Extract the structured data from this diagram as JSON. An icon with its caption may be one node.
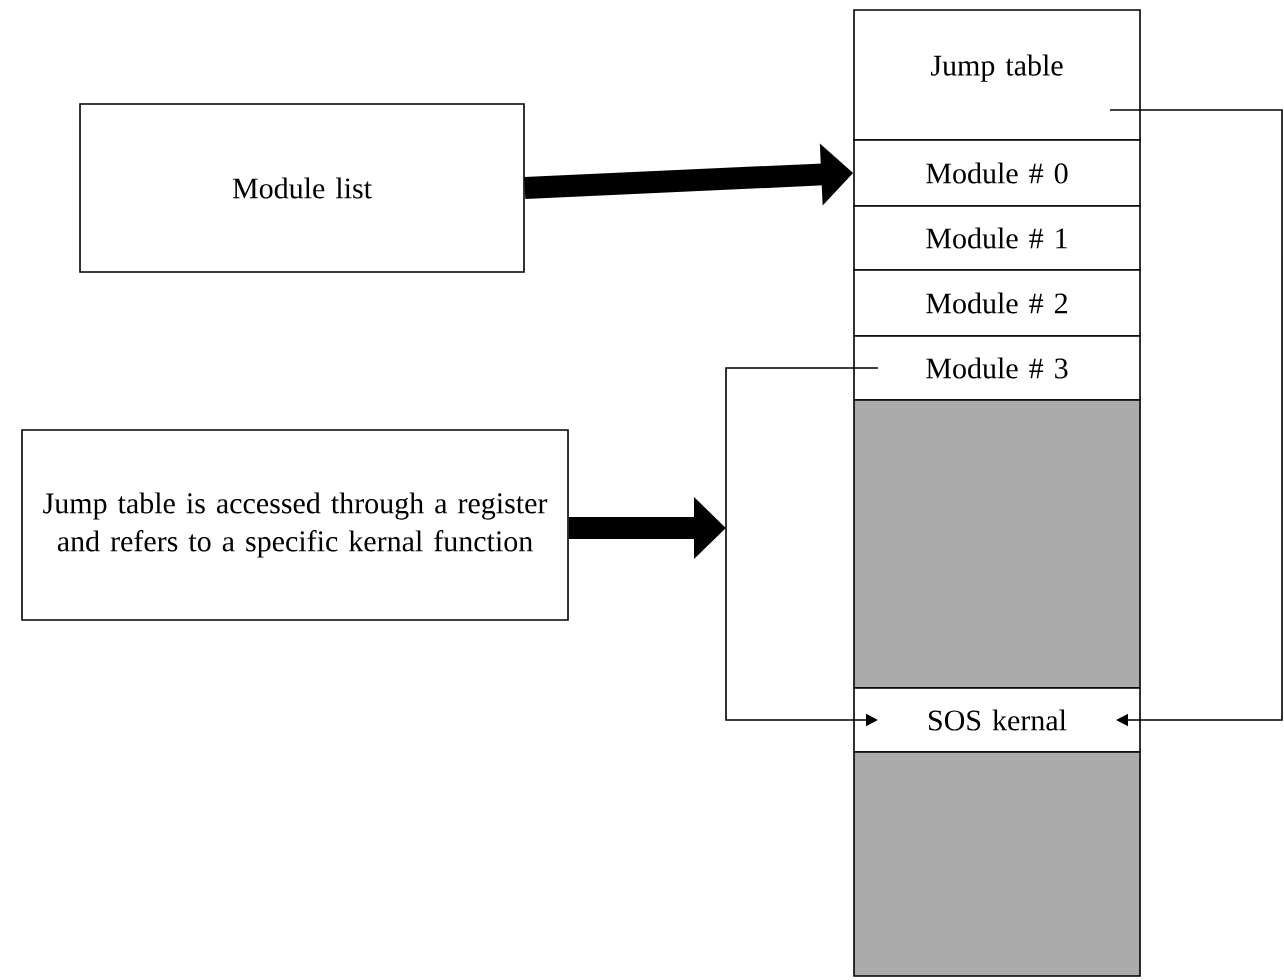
{
  "diagram": {
    "nodes": [
      {
        "text": [
          "Module list"
        ]
      },
      {
        "text": [
          "Jump table"
        ]
      },
      {
        "text": [
          "Module # 0"
        ]
      },
      {
        "text": [
          "Module # 1"
        ]
      },
      {
        "text": [
          "Module # 2"
        ]
      },
      {
        "text": [
          "Module # 3"
        ]
      },
      {
        "text": [],
        "shape": "box"
      },
      {
        "text": [
          "SOS kernal"
        ]
      },
      {
        "text": [],
        "shape": "box"
      },
      {
        "text": [
          "Jump table is accessed through a register and refers to a specific kernal function"
        ]
      }
    ],
    "edges": [
      {
        "from": 0,
        "to": 2,
        "arrow": "to",
        "style": "thick"
      },
      {
        "from": 9,
        "to": null,
        "arrow": "to",
        "style": "thick"
      },
      {
        "from": 5,
        "to": 7,
        "arrow": "to"
      },
      {
        "from": 1,
        "to": 7,
        "arrow": "to"
      }
    ]
  }
}
